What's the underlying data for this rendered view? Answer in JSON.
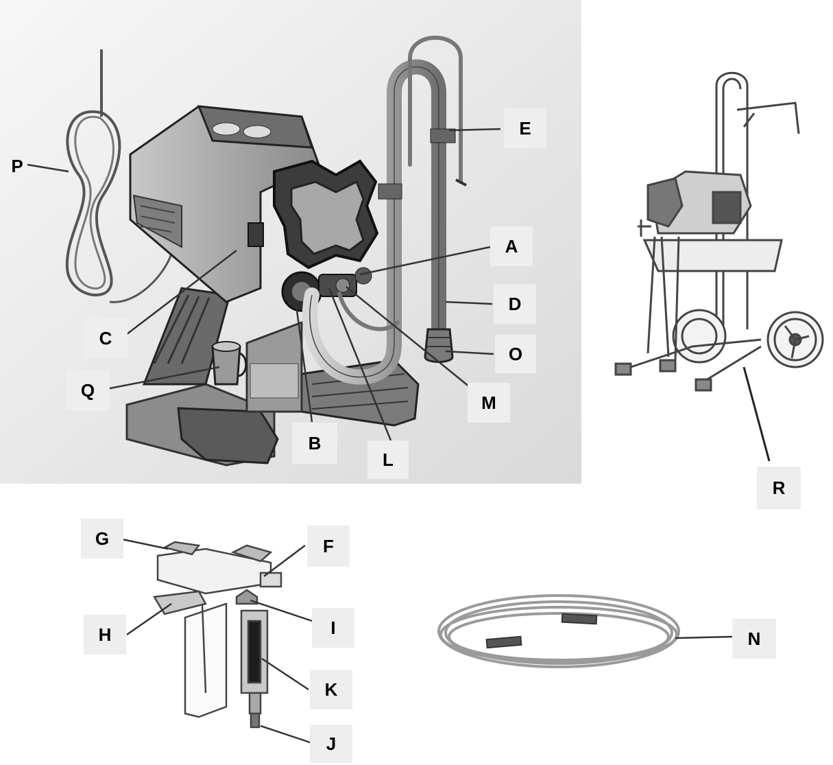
{
  "diagram": {
    "labels": {
      "A": "A",
      "B": "B",
      "C": "C",
      "D": "D",
      "E": "E",
      "F": "F",
      "G": "G",
      "H": "H",
      "I": "I",
      "J": "J",
      "K": "K",
      "L": "L",
      "M": "M",
      "N": "N",
      "O": "O",
      "P": "P",
      "Q": "Q",
      "R": "R"
    }
  }
}
